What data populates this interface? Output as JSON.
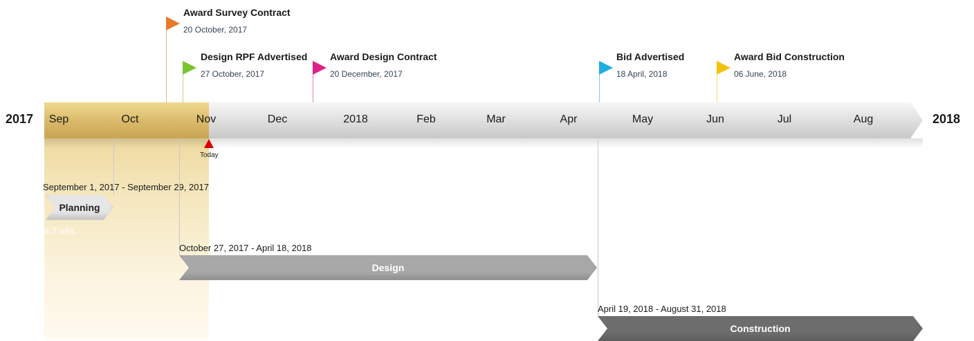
{
  "timeline": {
    "start_year": "2017",
    "end_year": "2018",
    "months": [
      "Sep",
      "Oct",
      "Nov",
      "Dec",
      "2018",
      "Feb",
      "Mar",
      "Apr",
      "May",
      "Jun",
      "Jul",
      "Aug"
    ]
  },
  "today": {
    "label": "Today",
    "color": "#e00000"
  },
  "milestones": [
    {
      "id": "survey",
      "title": "Award Survey Contract",
      "date": "20 October, 2017",
      "color": "#e8782a"
    },
    {
      "id": "rpf",
      "title": "Design RPF Advertised",
      "date": "27 October, 2017",
      "color": "#7ac431"
    },
    {
      "id": "design-contract",
      "title": "Award Design Contract",
      "date": "20 December, 2017",
      "color": "#e0208a"
    },
    {
      "id": "bid",
      "title": "Bid Advertised",
      "date": "18 April, 2018",
      "color": "#1eaee0"
    },
    {
      "id": "construction-bid",
      "title": "Award Bid Construction",
      "date": "06 June, 2018",
      "color": "#f2c20f"
    }
  ],
  "tasks": [
    {
      "id": "planning",
      "name": "Planning",
      "range": "September 1, 2017 - September 29, 2017",
      "duration": "4.2 wks",
      "color": "#e6e6e6",
      "text_color": "#222222"
    },
    {
      "id": "design",
      "name": "Design",
      "range": "October 27, 2017 - April 18, 2018",
      "duration": "",
      "color": "#a8a8a8",
      "text_color": "#ffffff"
    },
    {
      "id": "construction",
      "name": "Construction",
      "range": "April 19, 2018 - August 31, 2018",
      "duration": "",
      "color": "#6d6d6d",
      "text_color": "#ffffff"
    }
  ]
}
